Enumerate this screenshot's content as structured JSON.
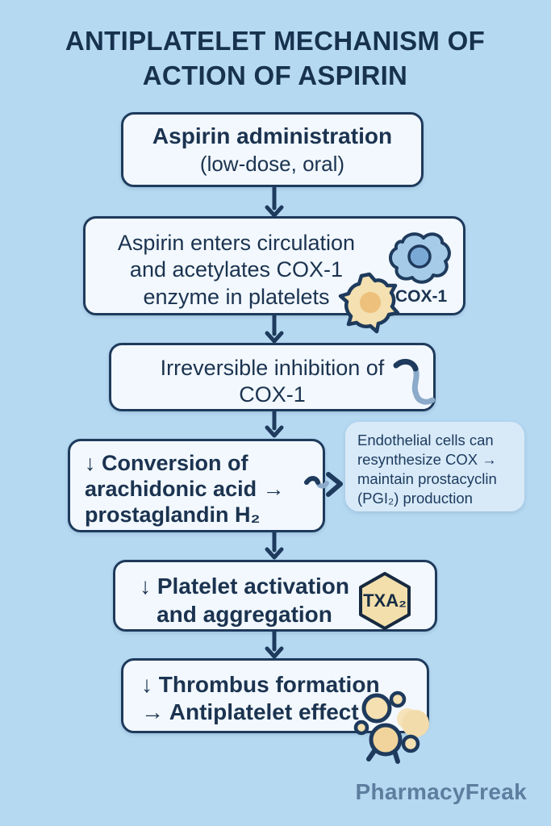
{
  "title": "ANTIPLATELET MECHANISM OF ACTION OF ASPIRIN",
  "flow": {
    "box1": {
      "line1": "Aspirin administration",
      "line2": "(low-dose, oral)"
    },
    "box2": {
      "lines": [
        "Aspirin enters circulation",
        "and acetylates COX-1",
        "enzyme in platelets"
      ],
      "cox_label": "COX-1"
    },
    "box3": {
      "lines": [
        "Irreversible inhibition of",
        "COX-1"
      ]
    },
    "box4": {
      "lines": [
        "↓ Conversion of",
        "arachidonic acid →",
        "prostaglandin H₂"
      ]
    },
    "side_note": {
      "lines": [
        "Endothelial cells can",
        "resynthesize COX →",
        "maintain prostacyclin",
        "(PGI₂) production"
      ]
    },
    "box5": {
      "lines": [
        "↓ Platelet activation",
        "and aggregation"
      ],
      "txa_label": "TXA₂"
    },
    "box6": {
      "lines": [
        "↓ Thrombus formation",
        "→ Antiplatelet effect"
      ]
    }
  },
  "icons": {
    "cox_enzyme": "blue-cell-blob",
    "platelet": "spiky-platelet",
    "inhibition_ribbon": "curved-ribbon",
    "txa2_molecule": "hexagon-badge",
    "thrombus": "platelet-cluster",
    "flow_arrows": "down-chevron-arrow"
  },
  "colors": {
    "background": "#b6d9f2",
    "box_fill": "#f2f8fd",
    "box_border": "#1e3a5c",
    "text": "#1b3350",
    "note_fill": "#d8eaf8",
    "cream": "#f4e0b0",
    "cream_center": "#edc07c",
    "cell_blue": "#a6cbe9",
    "nucleus_blue": "#7aa9d6",
    "ribbon_steel": "#8caac9",
    "footer_text": "#5d7e9e"
  },
  "footer": {
    "brand": "PharmacyFreak"
  }
}
